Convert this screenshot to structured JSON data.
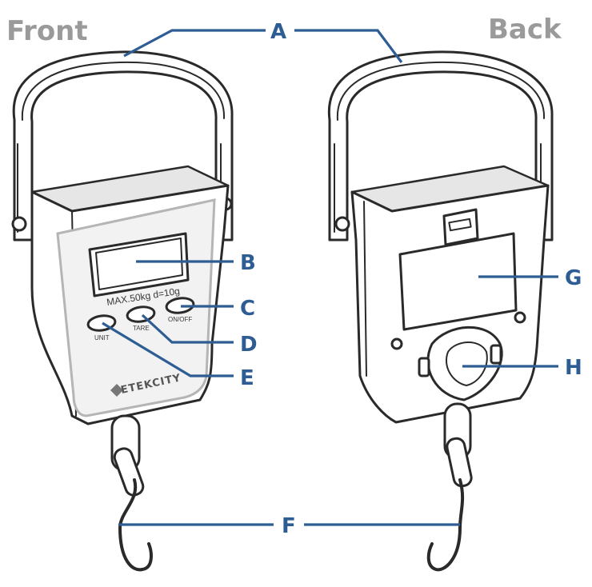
{
  "headings": {
    "front": "Front",
    "back": "Back"
  },
  "device": {
    "capacity_text": "MAX.50kg d=10g",
    "buttons": {
      "unit": "UNIT",
      "tare": "TARE",
      "onoff": "ON/OFF"
    },
    "brand": "ETEKCITY"
  },
  "callouts": {
    "a": "A",
    "b": "B",
    "c": "C",
    "d": "D",
    "e": "E",
    "f": "F",
    "g": "G",
    "h": "H"
  },
  "colors": {
    "callout": "#2e5d94",
    "heading": "#9a9a9a",
    "outline": "#2a2a2a"
  }
}
